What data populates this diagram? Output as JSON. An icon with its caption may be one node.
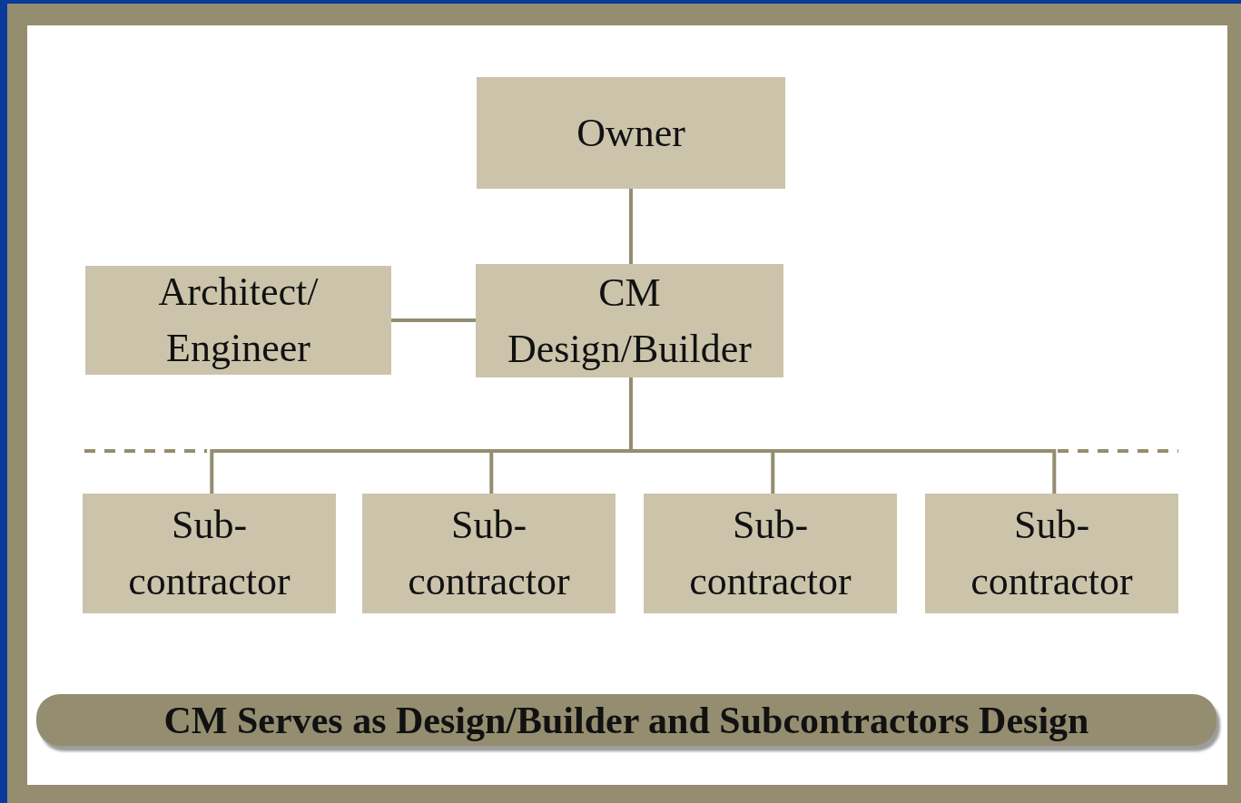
{
  "diagram": {
    "caption": "CM Serves as Design/Builder and Subcontractors Design",
    "nodes": [
      {
        "text": [
          "Owner"
        ]
      },
      {
        "text": [
          "Architect/ Engineer"
        ]
      },
      {
        "text": [
          "CM Design/Builder"
        ]
      },
      {
        "text": [
          "Sub- contractor"
        ]
      },
      {
        "text": [
          "Sub- contractor"
        ]
      },
      {
        "text": [
          "Sub- contractor"
        ]
      },
      {
        "text": [
          "Sub- contractor"
        ]
      }
    ],
    "edges": [
      {
        "from": 0,
        "to": 2,
        "arrow": "none"
      },
      {
        "from": 1,
        "to": 2,
        "arrow": "none"
      },
      {
        "from": 2,
        "to": 3,
        "arrow": "none"
      },
      {
        "from": 2,
        "to": 4,
        "arrow": "none"
      },
      {
        "from": 2,
        "to": 5,
        "arrow": "none"
      },
      {
        "from": 2,
        "to": 6,
        "arrow": "none"
      }
    ]
  }
}
